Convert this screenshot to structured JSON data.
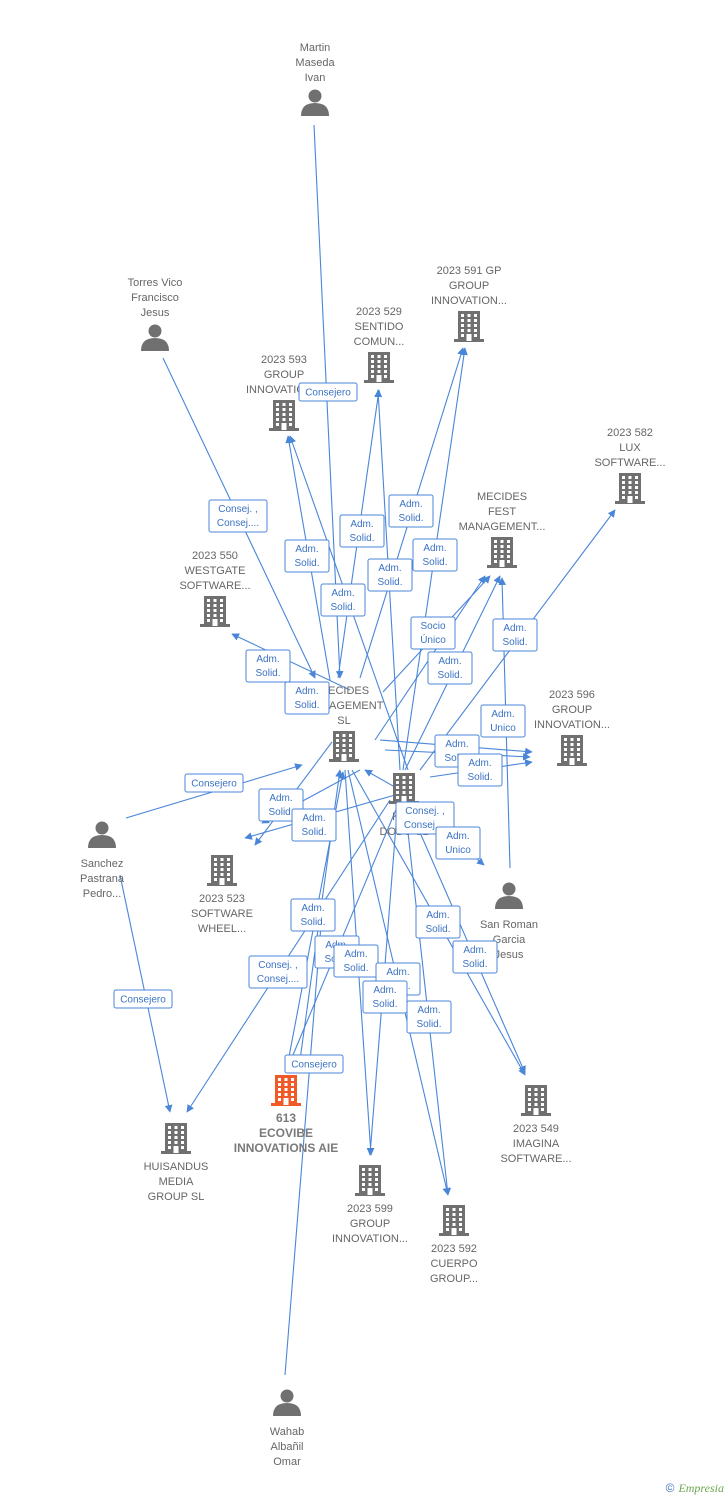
{
  "colors": {
    "edge": "#4a86d8",
    "node": "#707070",
    "highlight": "#f05a28"
  },
  "nodes": [
    {
      "id": "martin",
      "type": "person",
      "lines": [
        "Martin",
        "Maseda",
        "Ivan"
      ],
      "icon": "person-icon"
    },
    {
      "id": "torres",
      "type": "person",
      "lines": [
        "Torres Vico",
        "Francisco",
        "Jesus"
      ],
      "icon": "person-icon"
    },
    {
      "id": "c591",
      "type": "company",
      "lines": [
        "2023 591 GP",
        "GROUP",
        "INNOVATION..."
      ],
      "icon": "building-icon"
    },
    {
      "id": "c529",
      "type": "company",
      "lines": [
        "2023 529",
        "SENTIDO",
        "COMUN..."
      ],
      "icon": "building-icon"
    },
    {
      "id": "c593",
      "type": "company",
      "lines": [
        "2023 593",
        "GROUP",
        "INNOVATION..."
      ],
      "icon": "building-icon"
    },
    {
      "id": "c582",
      "type": "company",
      "lines": [
        "2023 582",
        "LUX",
        "SOFTWARE..."
      ],
      "icon": "building-icon"
    },
    {
      "id": "mecfest",
      "type": "company",
      "lines": [
        "MECIDES",
        "FEST",
        "MANAGEMENT..."
      ],
      "icon": "building-icon"
    },
    {
      "id": "c550",
      "type": "company",
      "lines": [
        "2023 550",
        "WESTGATE",
        "SOFTWARE..."
      ],
      "icon": "building-icon"
    },
    {
      "id": "mecmgmt",
      "type": "company",
      "lines": [
        "MECIDES",
        "MANAGEMENT",
        "SL"
      ],
      "icon": "building-icon"
    },
    {
      "id": "c596",
      "type": "company",
      "lines": [
        "2023 596",
        "GROUP",
        "INNOVATION..."
      ],
      "icon": "building-icon"
    },
    {
      "id": "kiwi",
      "type": "company",
      "lines": [
        "KIWI",
        "DOBO SL"
      ],
      "icon": "building-icon"
    },
    {
      "id": "sanchez",
      "type": "person",
      "lines": [
        "Sanchez",
        "Pastrana",
        "Pedro..."
      ],
      "icon": "person-icon"
    },
    {
      "id": "c523",
      "type": "company",
      "lines": [
        "2023 523",
        "SOFTWARE",
        "WHEEL..."
      ],
      "icon": "building-icon"
    },
    {
      "id": "sanroman",
      "type": "person",
      "lines": [
        "San Roman",
        "Garcia",
        "Jesus"
      ],
      "icon": "person-icon"
    },
    {
      "id": "ecovibe",
      "type": "company",
      "highlight": true,
      "lines": [
        "613",
        "ECOVIBE",
        "INNOVATIONS AIE"
      ],
      "icon": "building-icon"
    },
    {
      "id": "huisandus",
      "type": "company",
      "lines": [
        "HUISANDUS",
        "MEDIA",
        "GROUP SL"
      ],
      "icon": "building-icon"
    },
    {
      "id": "c549",
      "type": "company",
      "lines": [
        "2023 549",
        "IMAGINA",
        "SOFTWARE..."
      ],
      "icon": "building-icon"
    },
    {
      "id": "c599",
      "type": "company",
      "lines": [
        "2023 599",
        "GROUP",
        "INNOVATION..."
      ],
      "icon": "building-icon"
    },
    {
      "id": "c592",
      "type": "company",
      "lines": [
        "2023 592",
        "CUERPO",
        "GROUP..."
      ],
      "icon": "building-icon"
    },
    {
      "id": "wahab",
      "type": "person",
      "lines": [
        "Wahab",
        "Albañil",
        "Omar"
      ],
      "icon": "person-icon"
    }
  ],
  "badges": [
    [
      "Consejero"
    ],
    [
      "Consej. ,",
      "Consej...."
    ],
    [
      "Adm.",
      "Solid."
    ],
    [
      "Adm.",
      "Solid."
    ],
    [
      "Adm.",
      "Solid."
    ],
    [
      "Adm.",
      "Solid."
    ],
    [
      "Adm.",
      "Solid."
    ],
    [
      "Adm.",
      "Solid."
    ],
    [
      "Socio",
      "Único"
    ],
    [
      "Adm.",
      "Solid."
    ],
    [
      "Adm.",
      "Solid."
    ],
    [
      "Adm.",
      "Solid."
    ],
    [
      "Adm.",
      "Unico"
    ],
    [
      "Adm.",
      "Solid."
    ],
    [
      "Adm.",
      "Solid."
    ],
    [
      "Consejero"
    ],
    [
      "Adm.",
      "Solid."
    ],
    [
      "Adm.",
      "Solid."
    ],
    [
      "Consej. ,",
      "Consej...."
    ],
    [
      "Adm.",
      "Unico"
    ],
    [
      "Adm.",
      "Solid."
    ],
    [
      "Adm.",
      "Solid."
    ],
    [
      "Adm.",
      "Solid."
    ],
    [
      "Adm.",
      "Solid."
    ],
    [
      "Consej. ,",
      "Consej...."
    ],
    [
      "Adm.",
      "Solid."
    ],
    [
      "Adm.",
      "Solid."
    ],
    [
      "Adm.",
      "Solid."
    ],
    [
      "Adm.",
      "Solid."
    ],
    [
      "Adm.",
      "Solid."
    ],
    [
      "Consejero"
    ],
    [
      "Consejero"
    ]
  ],
  "footer": {
    "copyright": "©",
    "brand": "Empresia"
  }
}
